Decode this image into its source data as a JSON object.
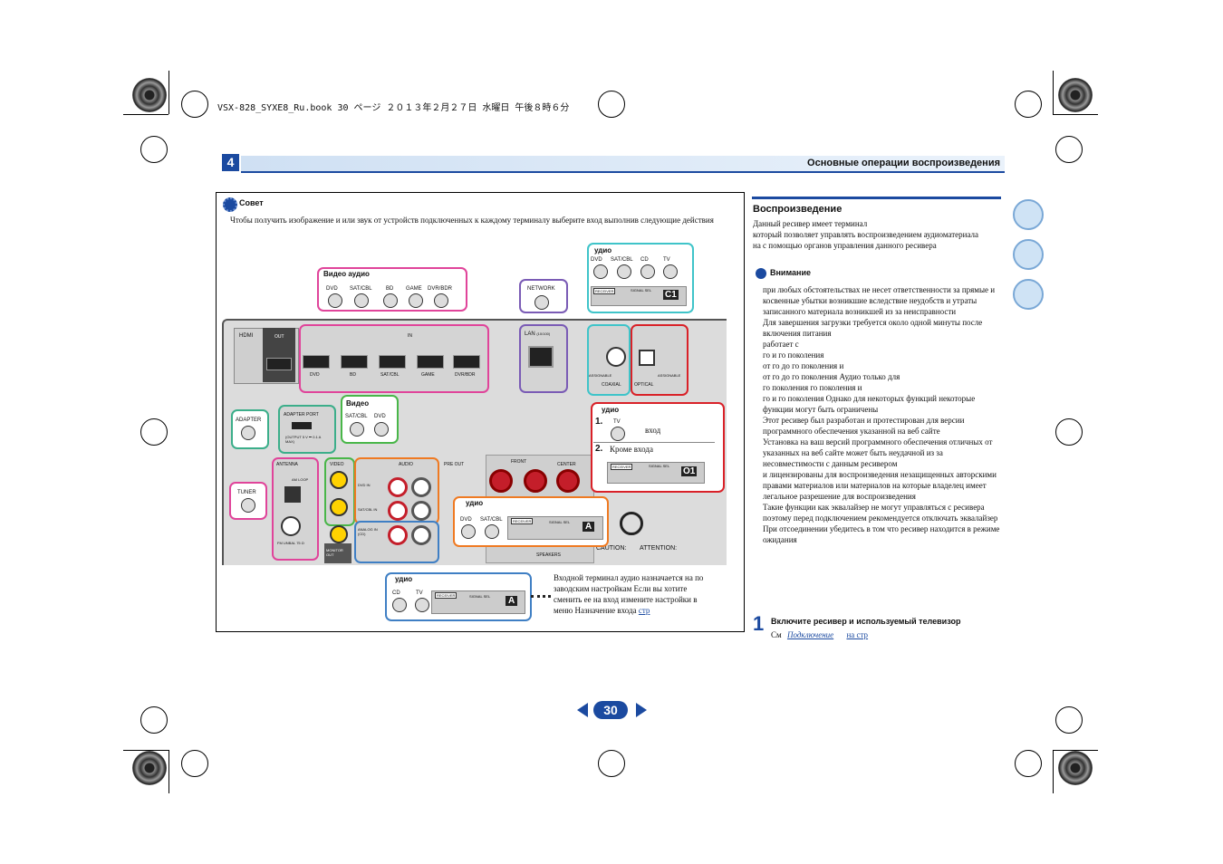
{
  "print_header": "VSX-828_SYXE8_Ru.book  30 ページ  ２０１３年２月２７日  水曜日  午後８時６分",
  "chapter_number": "4",
  "section_title": "Основные операции воспроизведения",
  "tip": {
    "title": "Совет",
    "text": "Чтобы получить изображение и или звук от устройств  подключенных к каждому терминалу  выберите вход  выполнив следующие действия"
  },
  "diagram": {
    "video_audio_label": "Видео аудио",
    "video_audio_inputs": [
      "DVD",
      "SAT/CBL",
      "BD",
      "GAME",
      "DVR/BDR"
    ],
    "network_label": "NETWORK",
    "audio_top_label": "удио",
    "audio_top_inputs": [
      "DVD",
      "SAT/CBL",
      "CD",
      "TV"
    ],
    "receiver_label": "RECEIVER",
    "signal_sel_label": "SIGNAL SEL",
    "c1_label": "C1",
    "video_label": "Видео",
    "video_inputs": [
      "SAT/CBL",
      "DVD"
    ],
    "adapter_label": "ADAPTER",
    "tuner_label": "TUNER",
    "hdmi_label": "HDMI",
    "out_label": "OUT",
    "in_label": "IN",
    "hdmi_ports": [
      "DVD",
      "BD",
      "SAT/CBL",
      "GAME",
      "DVR/BDR"
    ],
    "lan_label": "LAN",
    "lan_sub": "(10/100)",
    "coaxial_label": "COAXIAL",
    "optical_label": "OPTICAL",
    "assignable": "ASSIGNABLE",
    "adapter_port": "ADAPTER PORT",
    "adapter_spec": "(OUTPUT 5 V ⎓ 0.1 A MAX)",
    "antenna": "ANTENNA",
    "am_loop": "AM LOOP",
    "fm_unbal": "FM UNBAL 75 Ω",
    "video_jack_label": "VIDEO",
    "audio_jack_label": "AUDIO",
    "pre_out": "PRE OUT",
    "dvd_in": "DVD IN",
    "satcbl_in": "SAT/CBL IN",
    "analog_in": "ANALOG IN (CD)",
    "monitor_out": "MONITOR OUT",
    "front": "FRONT",
    "center": "CENTER",
    "speakers": "SPEAKERS",
    "caution": "CAUTION:",
    "attention": "ATTENTION:",
    "callout_audio_title": "удио",
    "step1_num": "1.",
    "step1_tv": "TV",
    "step1_text": "вход",
    "step2_num": "2.",
    "step2_text": "Кроме входа",
    "o1_label": "O1",
    "audio_mid_label": "удио",
    "audio_mid_inputs": [
      "DVD",
      "SAT/CBL"
    ],
    "a_label": "A",
    "audio_bottom_label": "удио",
    "audio_bottom_inputs": [
      "CD",
      "TV"
    ],
    "note_text": "Входной терминал аудио назначается на      по заводским настройкам  Если вы хотите сменить ее на вход      измените настройки в меню Назначение входа",
    "note_link": "стр"
  },
  "right": {
    "heading": "Воспроизведение",
    "intro": "Данный ресивер имеет терминал\nкоторый позволяет управлять воспроизведением аудиоматериала на        с помощью органов управления данного ресивера",
    "caution_title": "Внимание",
    "paragraphs": [
      "при любых обстоятельствах не несет ответственности за прямые и косвенные убытки  возникшие вследствие неудобств и утраты записанного материала  возникшей из за неисправности",
      "Для завершения загрузки требуется около одной минуты после включения питания",
      "работает с",
      "го и   го поколения",
      "от   го до   го поколения  и",
      "от   го до   го поколения  Аудио только для",
      "го поколения                               го поколения и",
      "го и   го поколения  Однако для некоторых функций некоторые функции могут быть ограничены",
      "Этот ресивер был разработан и протестирован для версии программного обеспечения                    указанной на веб сайте",
      "Установка на ваш                      версий программного обеспечения  отличных от указанных на веб сайте  может быть неудачной из  за несовместимости с данным ресивером",
      "и        лицензированы для воспроизведения незащищенных авторскими правами материалов или материалов  на которые владелец имеет легальное разрешение для воспроизведения",
      "Такие функции  как эквалайзер не могут управляться с ресивера  поэтому перед подключением рекомендуется отключать эквалайзер",
      "При отсоединении                             убедитесь в том  что ресивер находится в режиме ожидания"
    ],
    "step_number": "1",
    "step_title": "Включите ресивер и используемый телевизор",
    "step_text": "См",
    "step_link1": "Подключение",
    "step_link2": "на стр"
  },
  "page_number": "30",
  "colors": {
    "accent_blue": "#1b4aa0",
    "pink": "#e0449a",
    "teal": "#3fc4c9",
    "purple": "#7a5bb5",
    "green": "#49b649",
    "orange": "#ef7a22",
    "red": "#d92128",
    "blue": "#3f7fc4",
    "seagreen": "#3cae8a"
  }
}
